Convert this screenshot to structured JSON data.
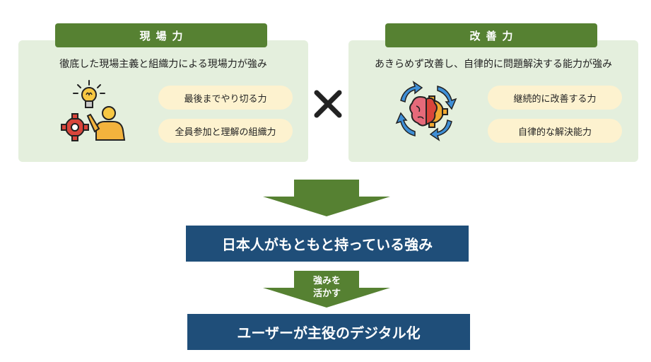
{
  "left": {
    "label": "現場力",
    "subtitle": "徹底した現場主義と組織力による現場力が強み",
    "pills": [
      "最後までやり切る力",
      "全員参加と理解の組織力"
    ],
    "icon": "worker-lightbulb-gear-icon"
  },
  "right": {
    "label": "改善力",
    "subtitle": "あきらめず改善し、自律的に問題解決する能力が強み",
    "pills": [
      "継続的に改善する力",
      "自律的な解決能力"
    ],
    "icon": "brain-gear-cycle-icon"
  },
  "operator": "×",
  "result1": "日本人がもともと持っている強み",
  "arrow_text": "強みを活かす",
  "result2": "ユーザーが主役のデジタル化",
  "colors": {
    "green": "#568132",
    "panel": "#e4efdd",
    "pill": "#fdf2cf",
    "navy": "#1f4e79"
  }
}
